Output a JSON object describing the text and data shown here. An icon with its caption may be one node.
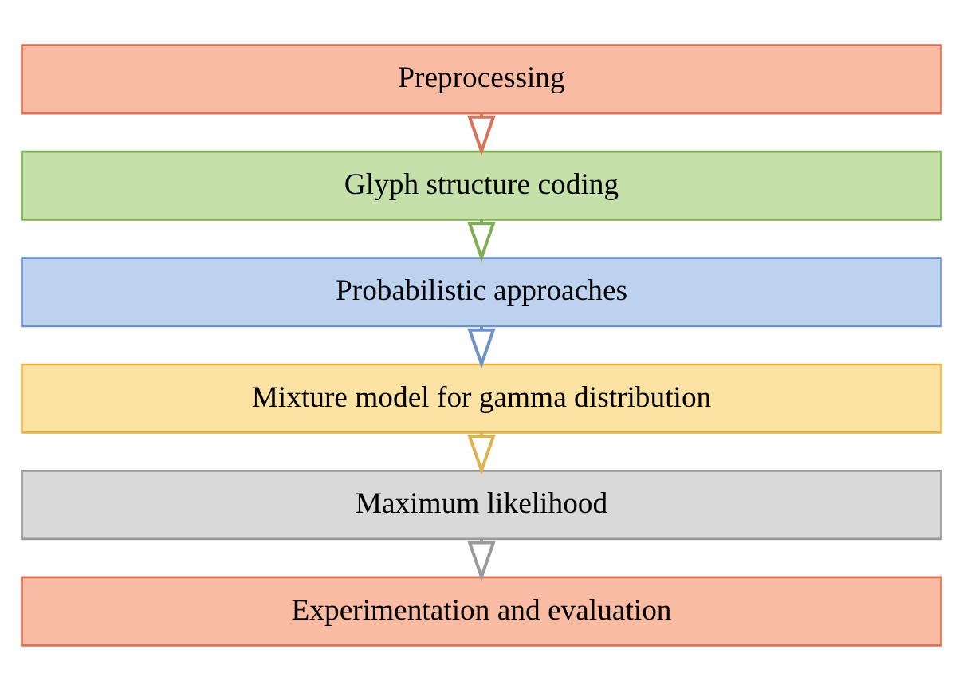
{
  "diagram": {
    "nodes": [
      {
        "text": [
          "Preprocessing"
        ]
      },
      {
        "text": [
          "Glyph structure coding"
        ]
      },
      {
        "text": [
          "Probabilistic approaches"
        ]
      },
      {
        "text": [
          "Mixture model for gamma distribution"
        ]
      },
      {
        "text": [
          "Maximum likelihood"
        ]
      },
      {
        "text": [
          "Experimentation and evaluation"
        ]
      }
    ],
    "edges": [
      {
        "from": 0,
        "to": 1,
        "arrow": "to",
        "color": "#d9735a"
      },
      {
        "from": 1,
        "to": 2,
        "arrow": "to",
        "color": "#7fae55"
      },
      {
        "from": 2,
        "to": 3,
        "arrow": "to",
        "color": "#6f93c6"
      },
      {
        "from": 3,
        "to": 4,
        "arrow": "to",
        "color": "#e0b24a"
      },
      {
        "from": 4,
        "to": 5,
        "arrow": "to",
        "color": "#9a9a9a"
      }
    ]
  }
}
